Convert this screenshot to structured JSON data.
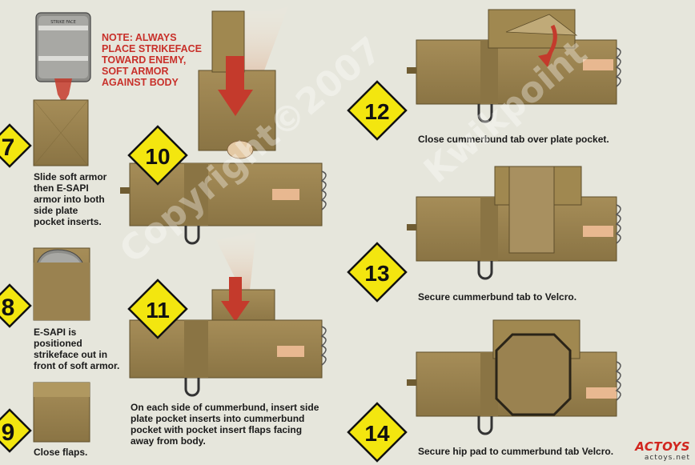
{
  "note": "NOTE: ALWAYS\nPLACE STRIKEFACE\nTOWARD ENEMY,\nSOFT ARMOR\nAGAINST BODY",
  "plate_label": "STRIKE FACE",
  "steps": {
    "s7": {
      "number": "7",
      "text": "Slide soft armor\nthen E-SAPI\narmor into both\nside plate\npocket inserts."
    },
    "s8": {
      "number": "8",
      "text": "E-SAPI is\npositioned\nstrikeface out in\nfront of soft armor."
    },
    "s9": {
      "number": "9",
      "text": "Close flaps."
    },
    "s10": {
      "number": "10",
      "text": ""
    },
    "s11": {
      "number": "11",
      "text": "On each side of cummerbund, insert side\nplate pocket inserts into cummerbund\npocket with pocket insert flaps facing\naway from body."
    },
    "s12": {
      "number": "12",
      "text": "Close cummerbund tab over plate pocket."
    },
    "s13": {
      "number": "13",
      "text": "Secure cummerbund tab to Velcro."
    },
    "s14": {
      "number": "14",
      "text": "Secure hip pad to cummerbund tab Velcro."
    }
  },
  "watermark": {
    "copyright": "Copyright©2007",
    "brand": "Kwikpoint"
  },
  "logo": {
    "main": "ACTOYS",
    "sub": "actoys.net"
  },
  "colors": {
    "background": "#e6e6dc",
    "tan": "#9c8450",
    "tan_dark": "#7a6638",
    "diamond": "#f3e60f",
    "note_red": "#c8302a",
    "arrow_red": "#c43a2c"
  }
}
